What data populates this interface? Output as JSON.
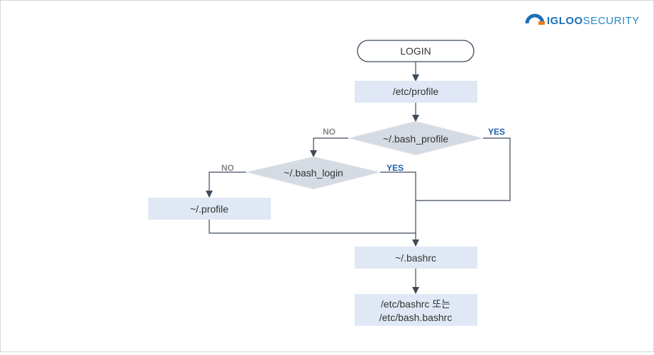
{
  "brand": {
    "name_bold": "IGLOO",
    "name_rest": "SECURITY",
    "name_color": "#1c6fb5",
    "rest_color": "#2a86c9",
    "mark_blue": "#1c6fb5",
    "mark_orange": "#f07d1d"
  },
  "colors": {
    "box_fill": "#dfe8f4",
    "diamond_fill": "#d5dbe3",
    "line": "#3d4a5a",
    "text": "#333333",
    "no_label": "#888888",
    "yes_label": "#1f5ea8"
  },
  "flow": {
    "login": "LOGIN",
    "etc_profile": "/etc/profile",
    "bash_profile": "~/.bash_profile",
    "bash_login": "~/.bash_login",
    "home_profile": "~/.profile",
    "bashrc": "~/.bashrc",
    "etc_bashrc_line1": "/etc/bashrc 또는",
    "etc_bashrc_line2": "/etc/bash.bashrc",
    "no_label": "NO",
    "yes_label": "YES"
  }
}
